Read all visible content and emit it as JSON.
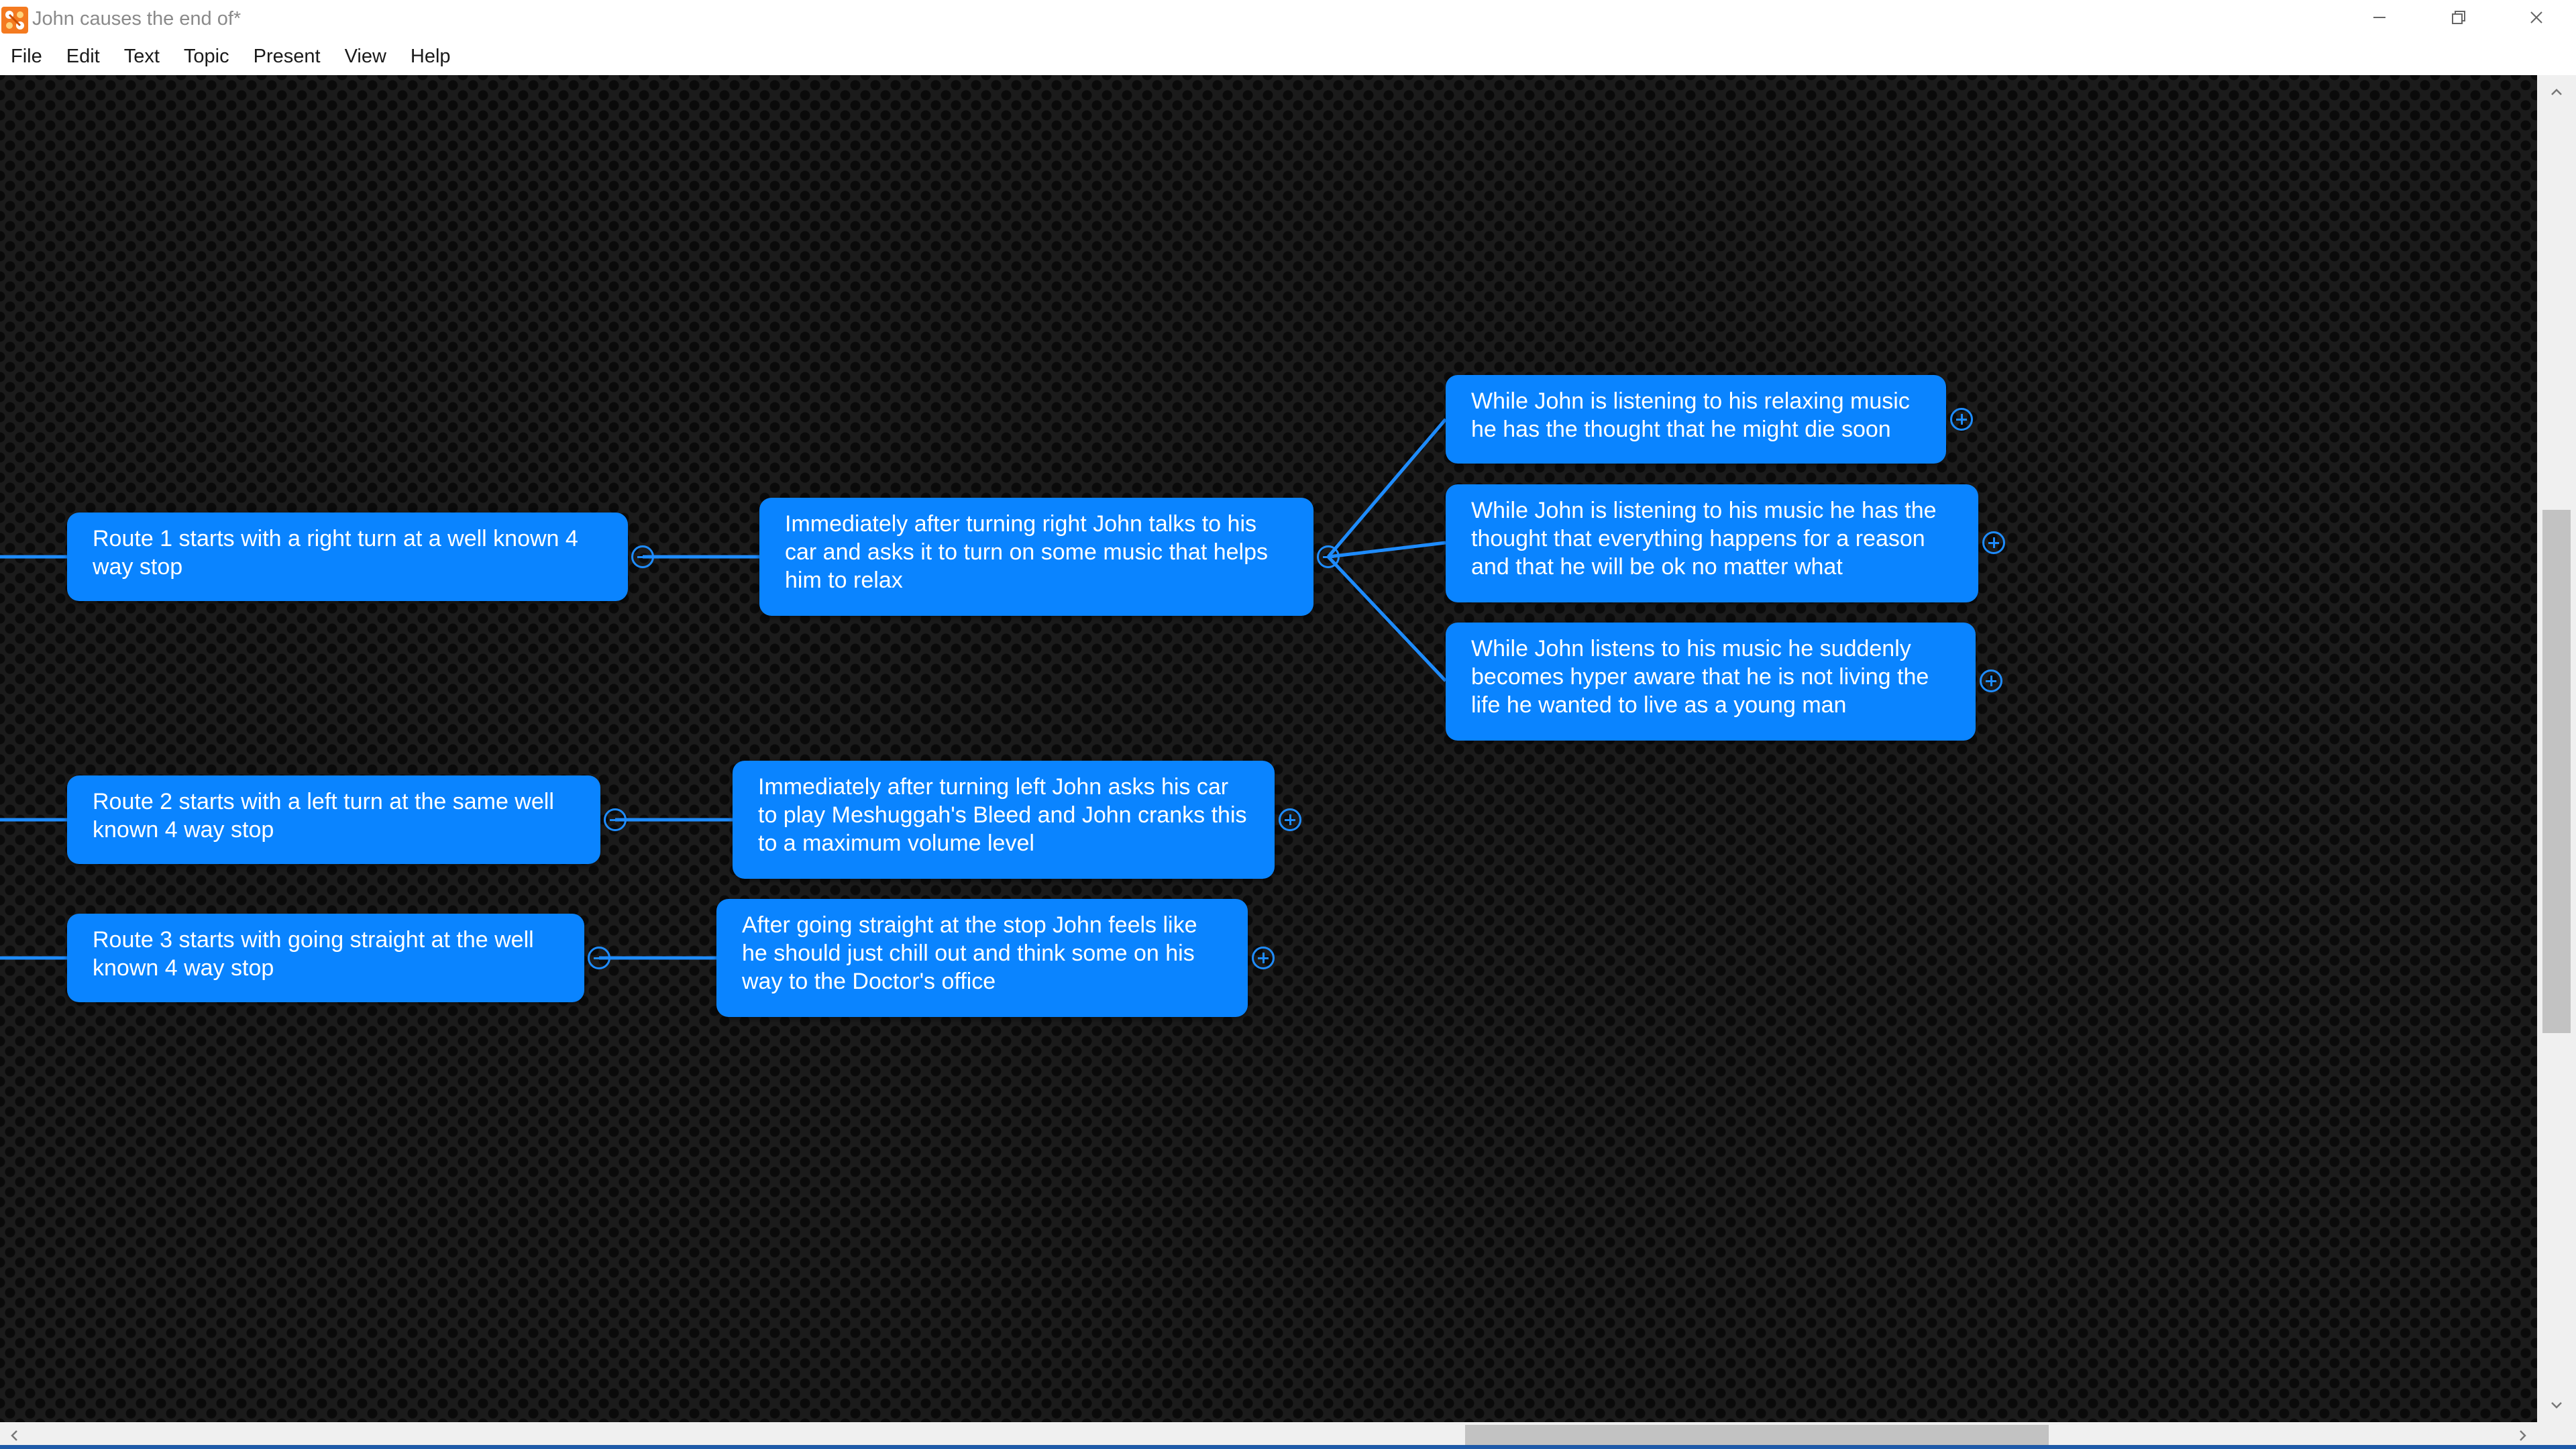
{
  "window": {
    "title": "John causes the end of*"
  },
  "menu": {
    "items": [
      "File",
      "Edit",
      "Text",
      "Topic",
      "Present",
      "View",
      "Help"
    ]
  },
  "colors": {
    "topic_fill": "#0a84ff",
    "connector": "#1e8cff",
    "canvas": "#1b1b1b"
  },
  "topics": {
    "route1": "Route 1 starts with a right turn at a well known 4 way stop",
    "route1_child": "Immediately after turning right John talks to his car and asks it to turn on some music that helps him to relax",
    "route1_sub1": "While John is listening to his relaxing music he has the thought that he might die soon",
    "route1_sub2": "While John is listening to his music he has the thought that everything happens for a reason and that he will be ok no matter what",
    "route1_sub3": "While John listens to his music he suddenly becomes hyper aware that he is not living the life he wanted to live as a young man",
    "route2": "Route 2 starts with a left turn at the same well known 4 way stop",
    "route2_child": "Immediately after turning left John asks his car to play Meshuggah's Bleed and John cranks this to a maximum volume level",
    "route3": "Route 3 starts with going straight at the well known 4 way stop",
    "route3_child": "After going straight at the stop John feels like he should just chill out and think some on his way to the Doctor's office"
  },
  "icons": {
    "app": "app-logo-icon",
    "minimize": "minimize-icon",
    "restore": "restore-icon",
    "close": "close-icon",
    "collapse": "collapse-icon",
    "expand": "expand-icon"
  }
}
